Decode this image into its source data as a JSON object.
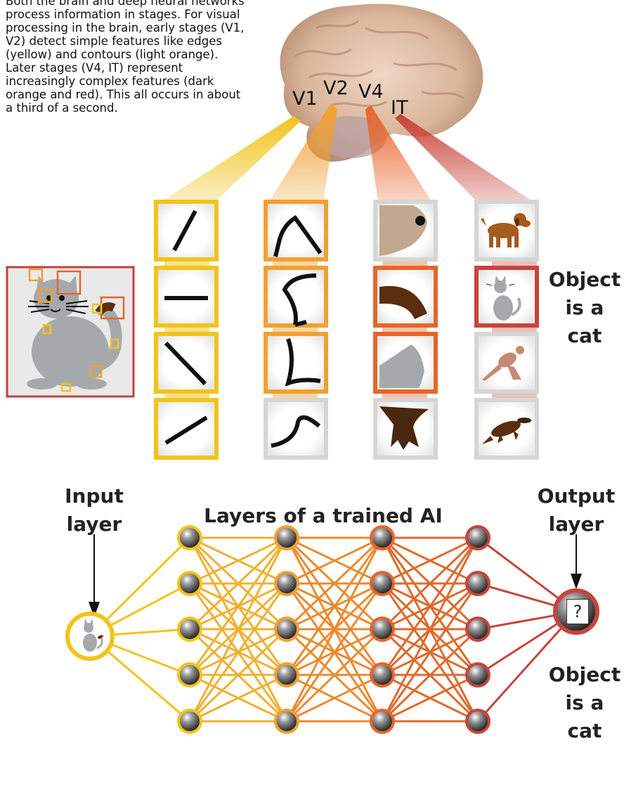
{
  "intro_text": "Both the brain and deep neural networks process information in stages. For visual processing in the brain, early stages (V1, V2) detect simple features like edges (yellow) and contours (light orange). Later stages (V4, IT) represent increasingly complex features (dark orange and red). This all occurs in about a third of a second.",
  "brain_regions": [
    "V1",
    "V2",
    "V4",
    "IT"
  ],
  "feature_stages": [
    {
      "region": "V1",
      "color": "#f2c31b",
      "items": [
        "diagonal-line",
        "horizontal-line",
        "oblique-line",
        "slanted-line"
      ]
    },
    {
      "region": "V2",
      "color": "#f0a032",
      "items": [
        "angle",
        "curve",
        "bracket",
        "arc"
      ]
    },
    {
      "region": "V4",
      "color": "#e8642a",
      "items": [
        "snout",
        "tail",
        "ear",
        "claw"
      ]
    },
    {
      "region": "IT",
      "color": "#c8443a",
      "items": [
        "dog",
        "cat",
        "kangaroo",
        "platypus"
      ]
    }
  ],
  "object_label_top": [
    "Object",
    "is a",
    "cat"
  ],
  "network": {
    "input_label": [
      "Input",
      "layer"
    ],
    "title": "Layers of a trained AI",
    "output_label": [
      "Output",
      "layer"
    ],
    "output_symbol": "?",
    "object_label_bottom": [
      "Object",
      "is a",
      "cat"
    ]
  }
}
